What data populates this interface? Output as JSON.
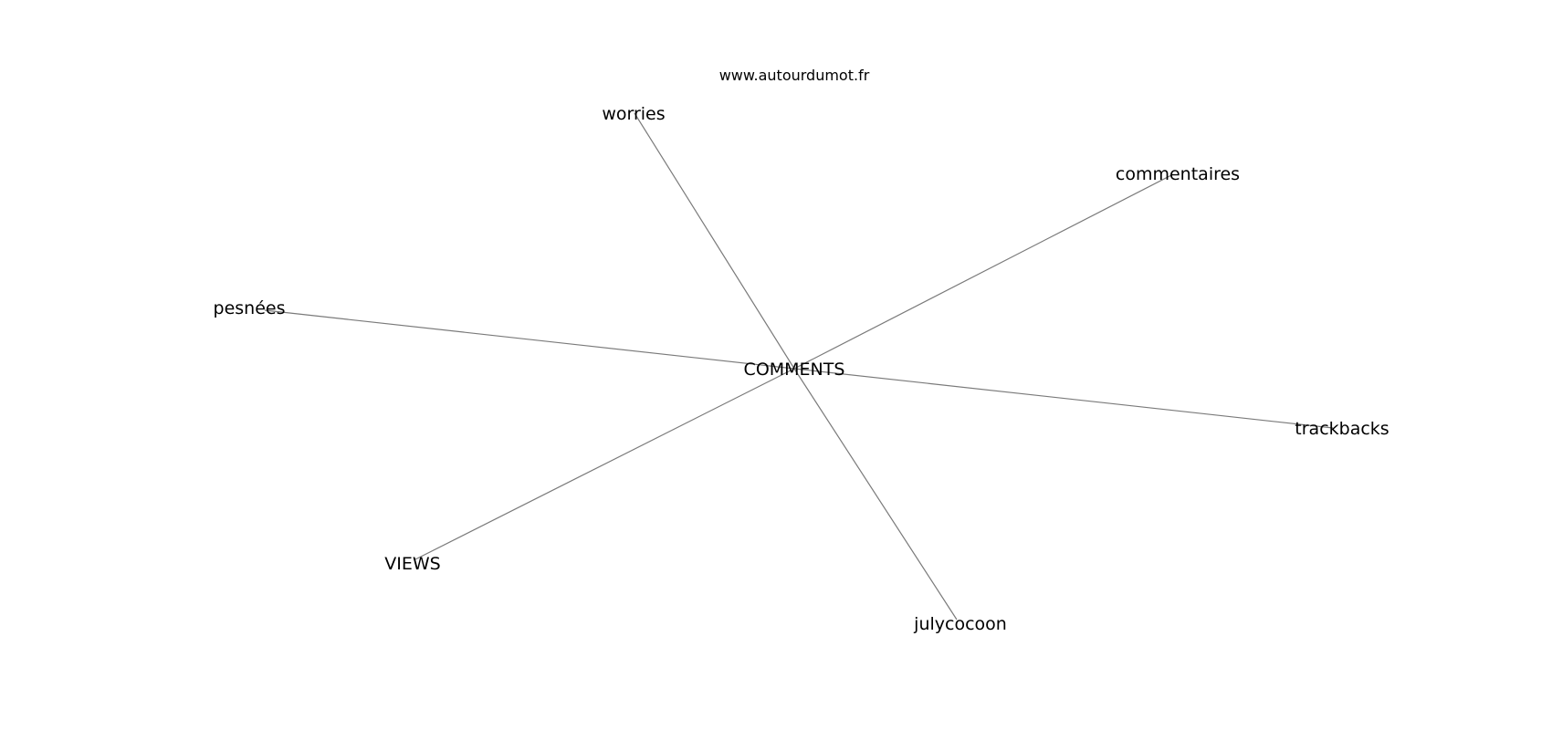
{
  "watermark": "www.autourdumot.fr",
  "graph": {
    "center": "COMMENTS",
    "nodes": [
      {
        "id": "center",
        "label": "COMMENTS"
      },
      {
        "id": "worries",
        "label": "worries"
      },
      {
        "id": "commentaires",
        "label": "commentaires"
      },
      {
        "id": "pesnees",
        "label": "pesnées"
      },
      {
        "id": "trackbacks",
        "label": "trackbacks"
      },
      {
        "id": "views",
        "label": "VIEWS"
      },
      {
        "id": "julycocoon",
        "label": "julycocoon"
      }
    ],
    "edges": [
      {
        "from": "center",
        "to": "worries"
      },
      {
        "from": "center",
        "to": "commentaires"
      },
      {
        "from": "center",
        "to": "pesnees"
      },
      {
        "from": "center",
        "to": "trackbacks"
      },
      {
        "from": "center",
        "to": "views"
      },
      {
        "from": "center",
        "to": "julycocoon"
      }
    ]
  }
}
